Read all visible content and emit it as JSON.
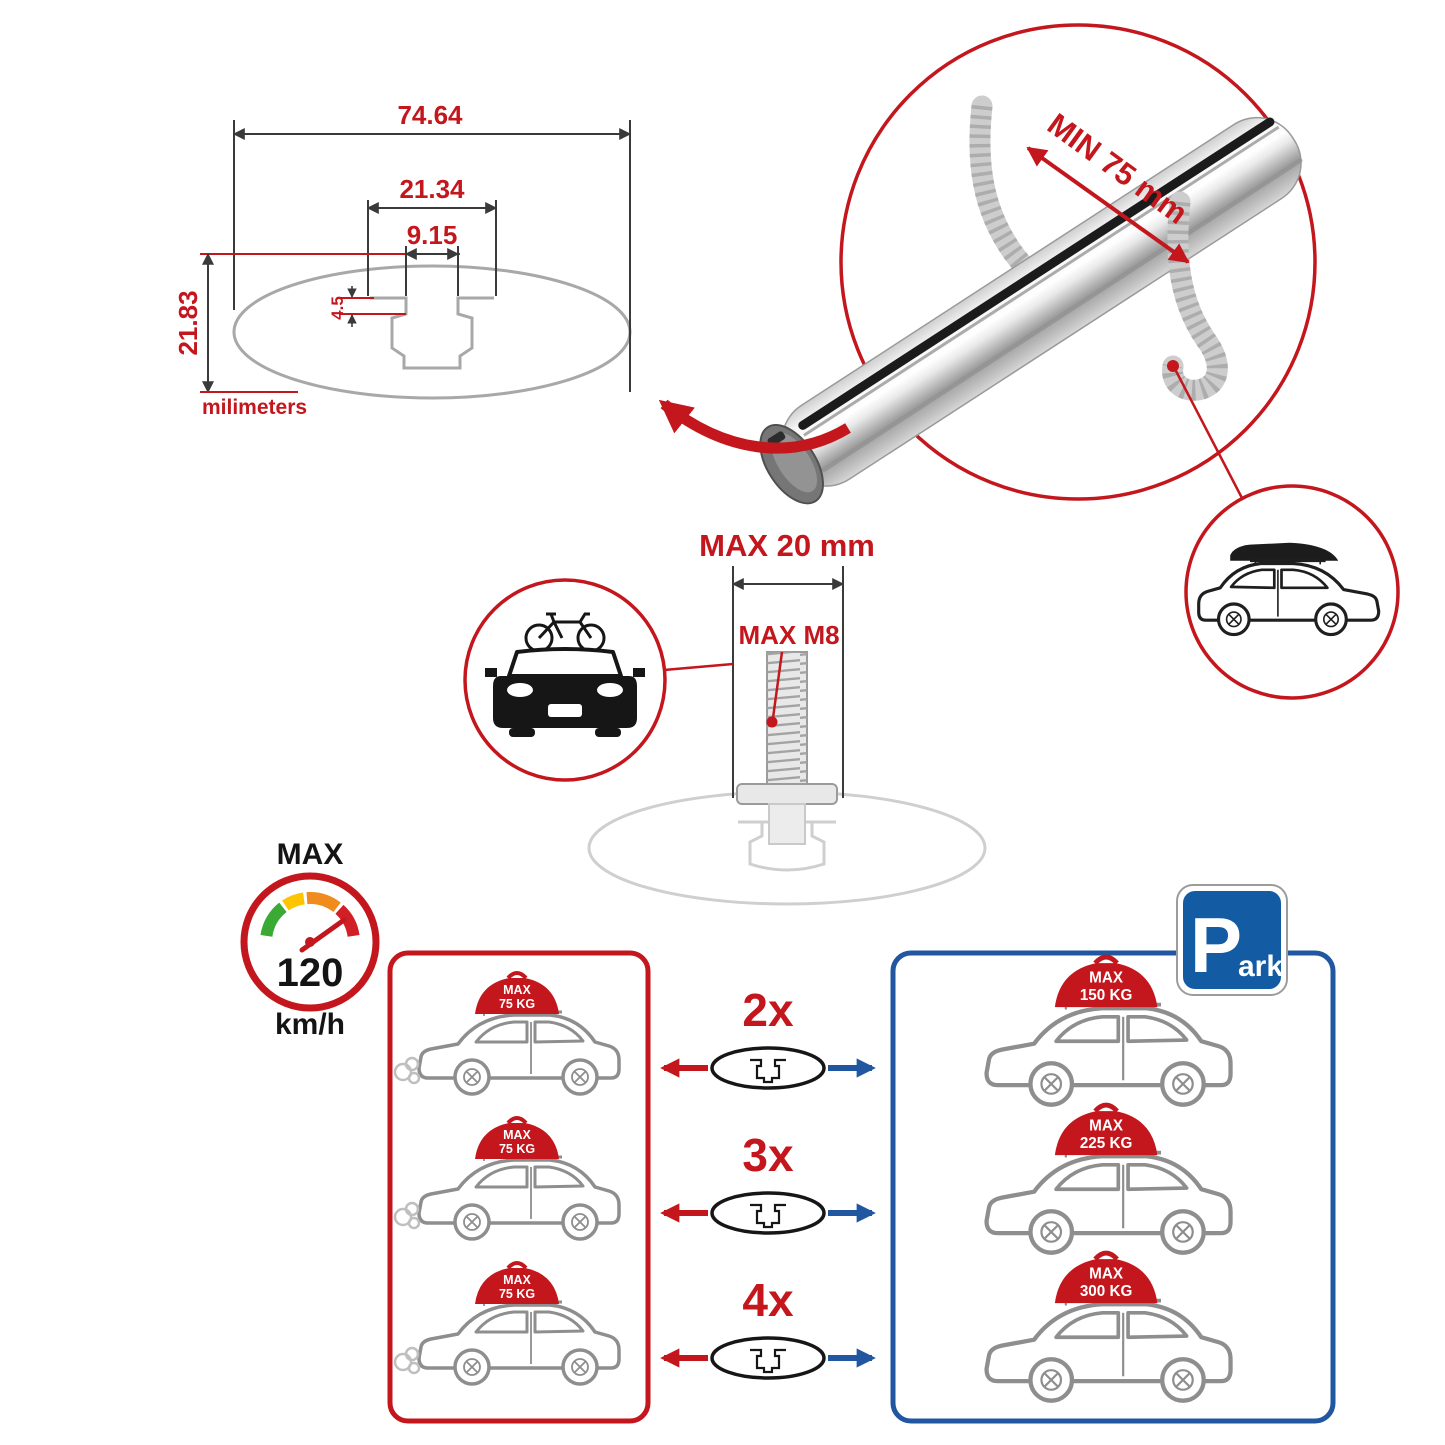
{
  "profile_dimensions": {
    "total_width_mm": "74.64",
    "channel_outer_width_mm": "21.34",
    "channel_inner_width_mm": "9.15",
    "channel_depth_mm": "4.5",
    "total_height_mm": "21.83",
    "unit_label": "milimeters"
  },
  "crossbar_annotation": {
    "min_span_label": "MIN 75 mm"
  },
  "bolt_annotation": {
    "max_length_label": "MAX 20 mm",
    "max_thread_label": "MAX M8"
  },
  "speedometer": {
    "max_label": "MAX",
    "speed_value": "120",
    "speed_unit_label": "km/h"
  },
  "driving_panel": {
    "cars": [
      {
        "max_label": "MAX",
        "load_label": "75 KG"
      },
      {
        "max_label": "MAX",
        "load_label": "75 KG"
      },
      {
        "max_label": "MAX",
        "load_label": "75 KG"
      }
    ]
  },
  "bar_count_options": [
    {
      "label": "2x"
    },
    {
      "label": "3x"
    },
    {
      "label": "4x"
    }
  ],
  "parking_panel": {
    "sign_letter": "P",
    "sign_suffix": "ark",
    "cars": [
      {
        "max_label": "MAX",
        "load_label": "150 KG"
      },
      {
        "max_label": "MAX",
        "load_label": "225 KG"
      },
      {
        "max_label": "MAX",
        "load_label": "300 KG"
      }
    ]
  },
  "colors": {
    "accent_red": "#c4161d",
    "accent_blue": "#2057a0",
    "gauge_green": "#3aaa35",
    "gauge_yellow": "#fdc500",
    "gauge_orange": "#f08c1d",
    "gauge_red": "#d21f26"
  }
}
